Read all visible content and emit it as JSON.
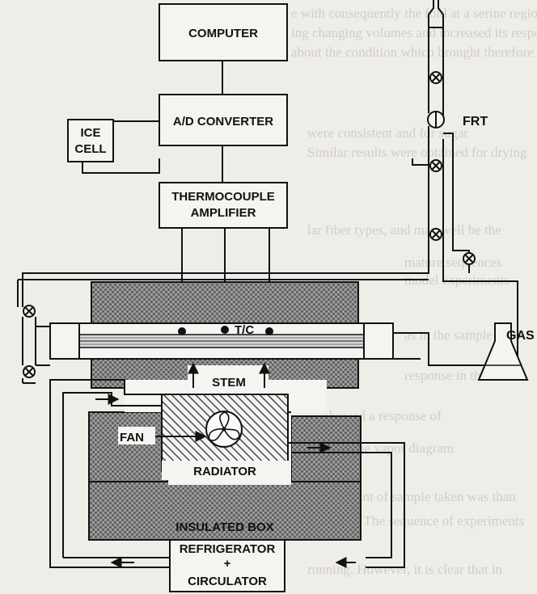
{
  "labels": {
    "computer": "COMPUTER",
    "ad_converter": "A/D CONVERTER",
    "ice_cell_line1": "ICE",
    "ice_cell_line2": "CELL",
    "thermo_line1": "THERMOCOUPLE",
    "thermo_line2": "AMPLIFIER",
    "frt": "FRT",
    "gas": "GAS",
    "tc": "T/C",
    "stem": "STEM",
    "fan": "FAN",
    "radiator": "RADIATOR",
    "insulated_box": "INSULATED BOX",
    "refrigerator": "REFRIGERATOR",
    "plus": "+",
    "circulator": "CIRCULATOR"
  },
  "colors": {
    "ink": "#111111",
    "paper": "#efede8",
    "bleed_text": "#b7b4ad"
  },
  "icons": [
    "valve-icon",
    "fan-icon",
    "flask-icon",
    "arrow-icon"
  ]
}
